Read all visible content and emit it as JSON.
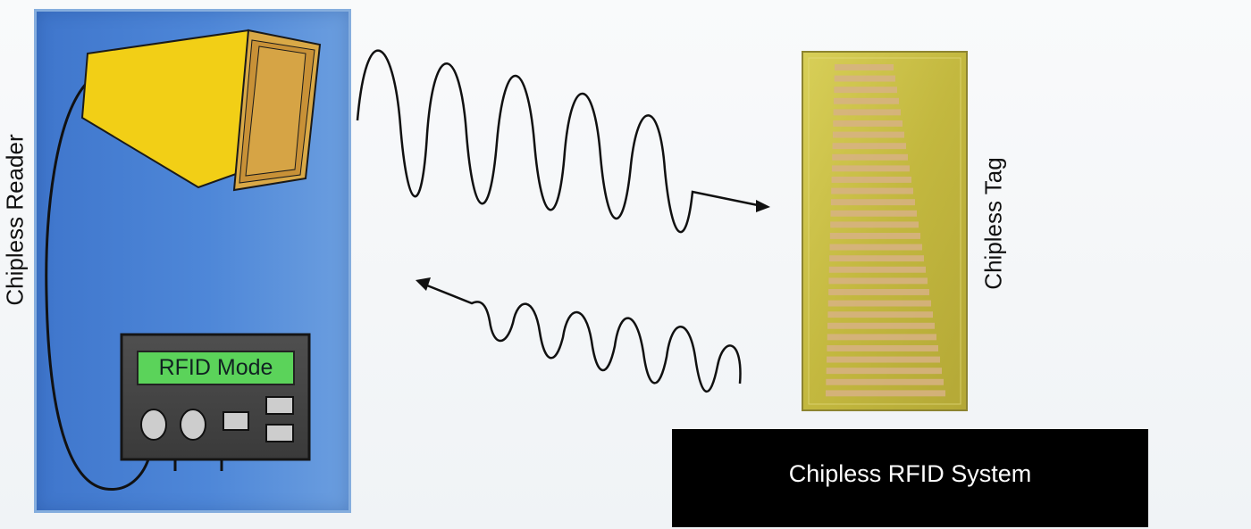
{
  "reader": {
    "label": "Chipless Reader",
    "display_text": "RFID Mode",
    "antenna_icon": "horn-antenna-icon",
    "device_icon": "reader-device-icon"
  },
  "tag": {
    "label": "Chipless Tag",
    "icon": "chipless-tag-icon"
  },
  "waves": {
    "outgoing": "interrogation-wave",
    "return": "backscatter-wave"
  },
  "system": {
    "label": "Chipless RFID System"
  },
  "colors": {
    "reader_panel": "#4a82d4",
    "antenna": "#f2cf16",
    "lcd": "#5bd35a",
    "tag": "#c8bd45",
    "banner": "#000000"
  }
}
